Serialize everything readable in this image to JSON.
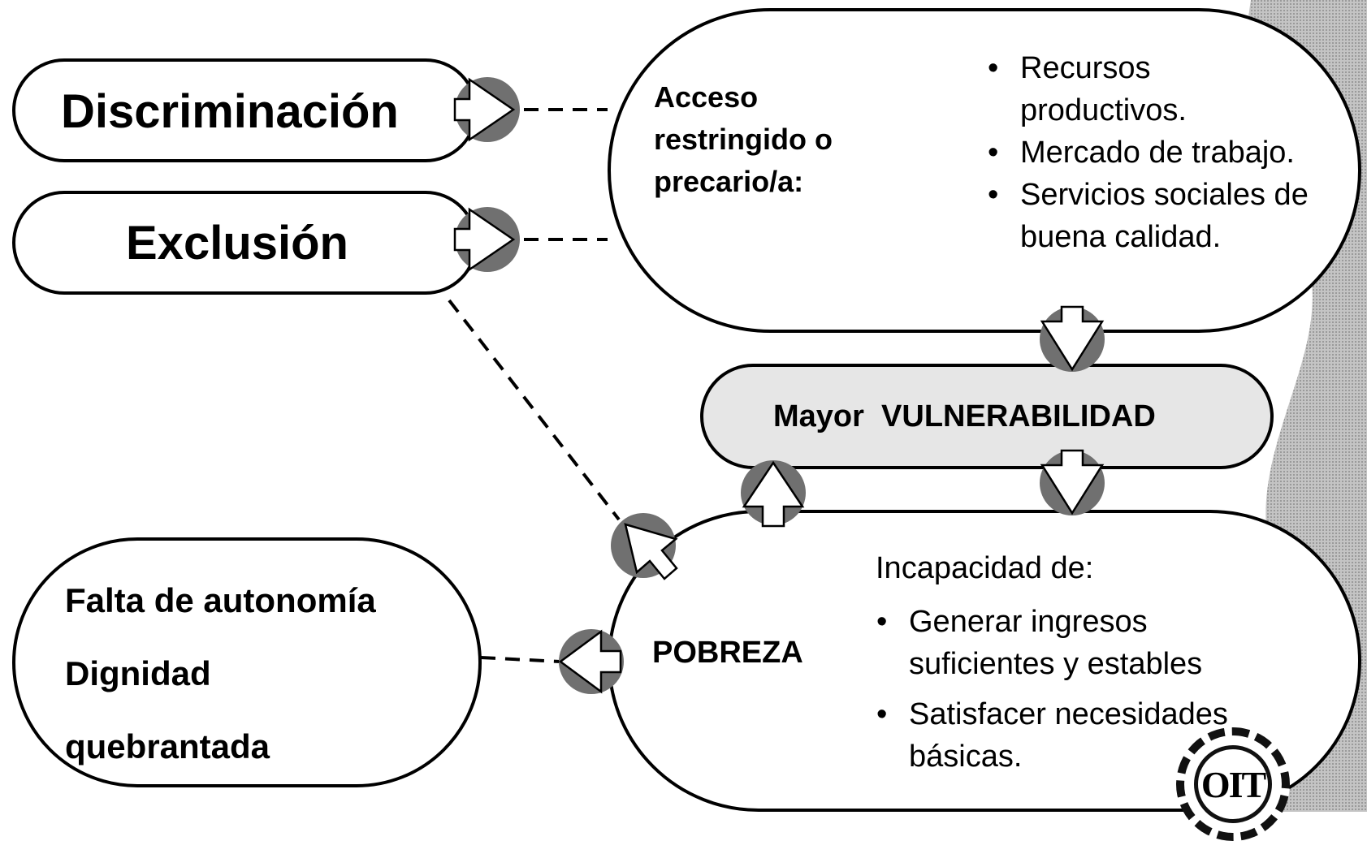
{
  "boxes": {
    "discriminacion": "Discriminación",
    "exclusion": "Exclusión",
    "acceso": {
      "title_lines": [
        "Acceso",
        "restringido o",
        "precario/a:"
      ],
      "items": [
        "Recursos productivos.",
        "Mercado de trabajo.",
        "Servicios sociales de buena calidad."
      ]
    },
    "vulnerabilidad": "Mayor  VULNERABILIDAD",
    "pobreza": {
      "title": "POBREZA",
      "intro": "Incapacidad de:",
      "items": [
        "Generar ingresos suficientes y estables",
        "Satisfacer necesidades básicas."
      ]
    },
    "autonomia": {
      "lines": [
        "Falta de autonomía",
        "Dignidad",
        "quebrantada"
      ]
    }
  },
  "logo": {
    "text": "OIT"
  },
  "colors": {
    "stroke": "#000000",
    "arrow_gray": "#707070",
    "highlight_fill": "#e6e6e6",
    "band_gray": "#b8b8b8"
  }
}
